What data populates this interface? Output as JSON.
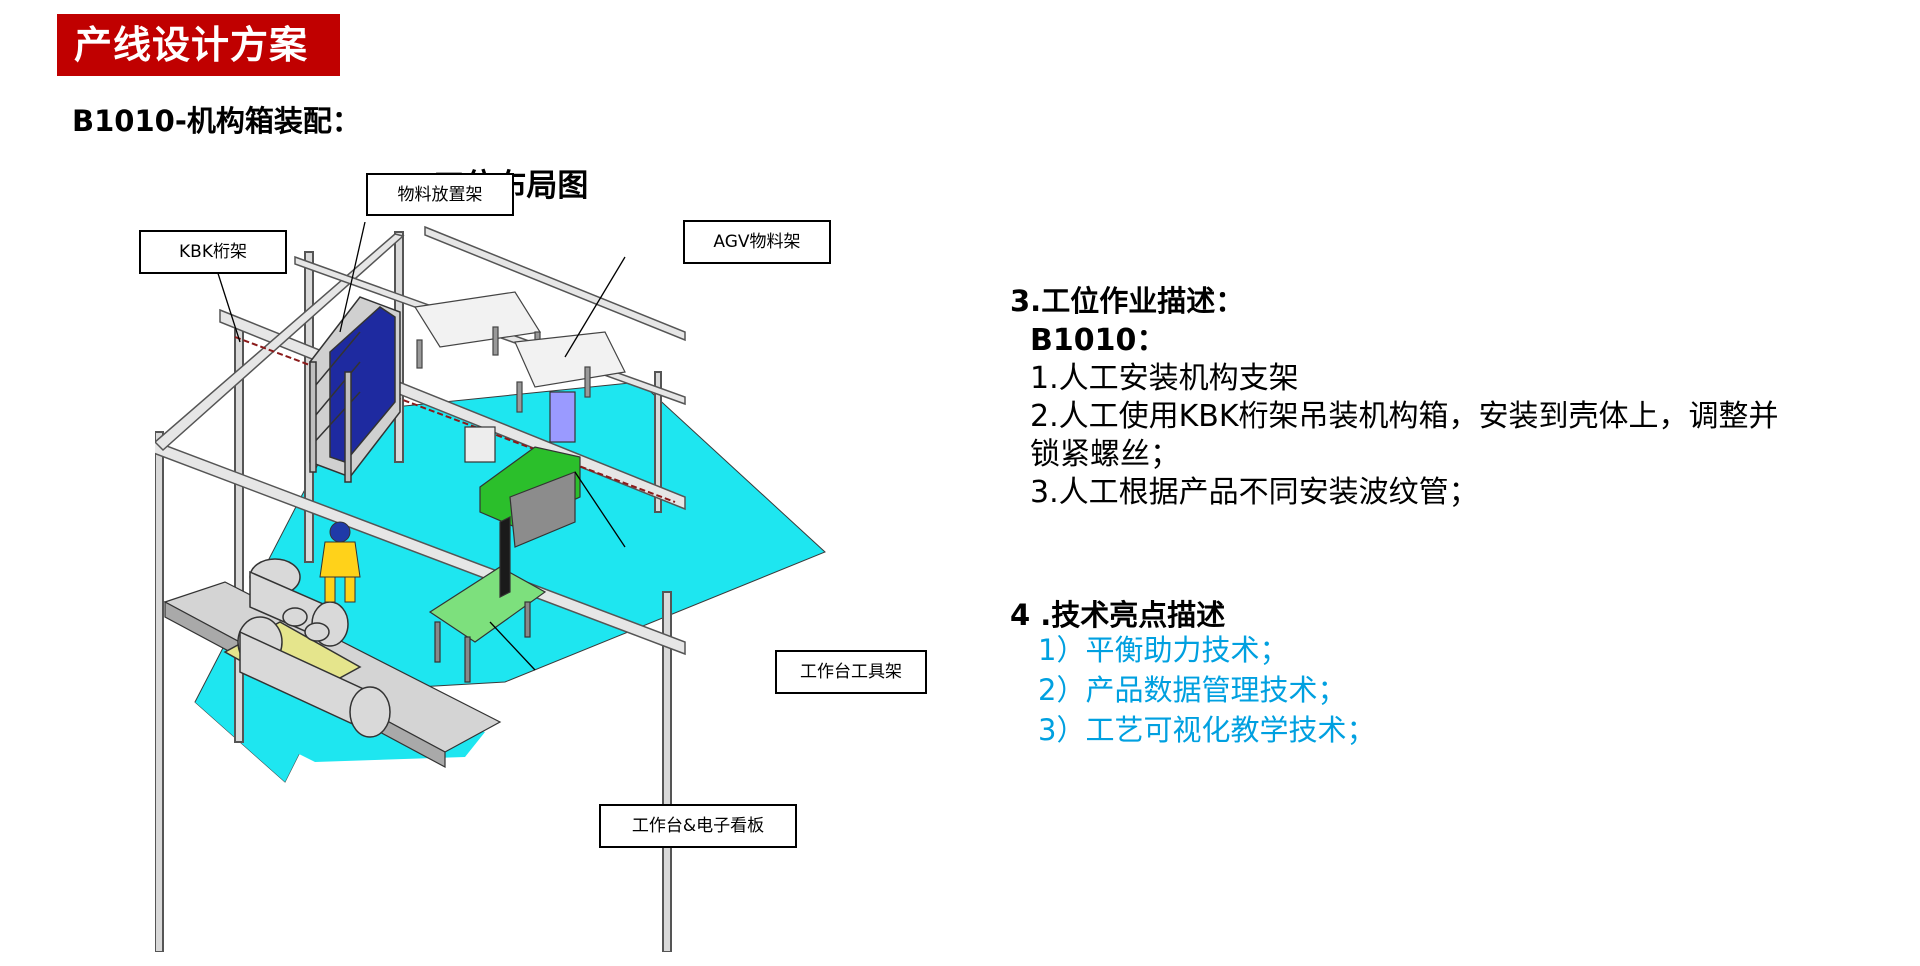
{
  "header": {
    "title": "产线设计方案"
  },
  "station": {
    "title": "B1010-机构箱装配："
  },
  "layout": {
    "title": "2.工位布局图",
    "labels": {
      "material_rack": "物料放置架",
      "kbk_truss": "KBK桁架",
      "agv_rack": "AGV物料架",
      "workbench_tool_rack": "工作台工具架",
      "workbench_board": "工作台&电子看板"
    }
  },
  "description": {
    "title": "3.工位作业描述：",
    "station_code": "B1010：",
    "steps": [
      "1.人工安装机构支架",
      "2.人工使用KBK桁架吊装机构箱，安装到壳体上，调整并",
      "锁紧螺丝；",
      "3.人工根据产品不同安装波纹管；"
    ]
  },
  "highlights": {
    "title": "4 .技术亮点描述",
    "items": [
      "1）平衡助力技术；",
      "2）产品数据管理技术；",
      "3）工艺可视化教学技术；"
    ],
    "color": "#00a0e0"
  },
  "colors": {
    "accent": "#c00000",
    "floor": "#1ee6f0"
  }
}
